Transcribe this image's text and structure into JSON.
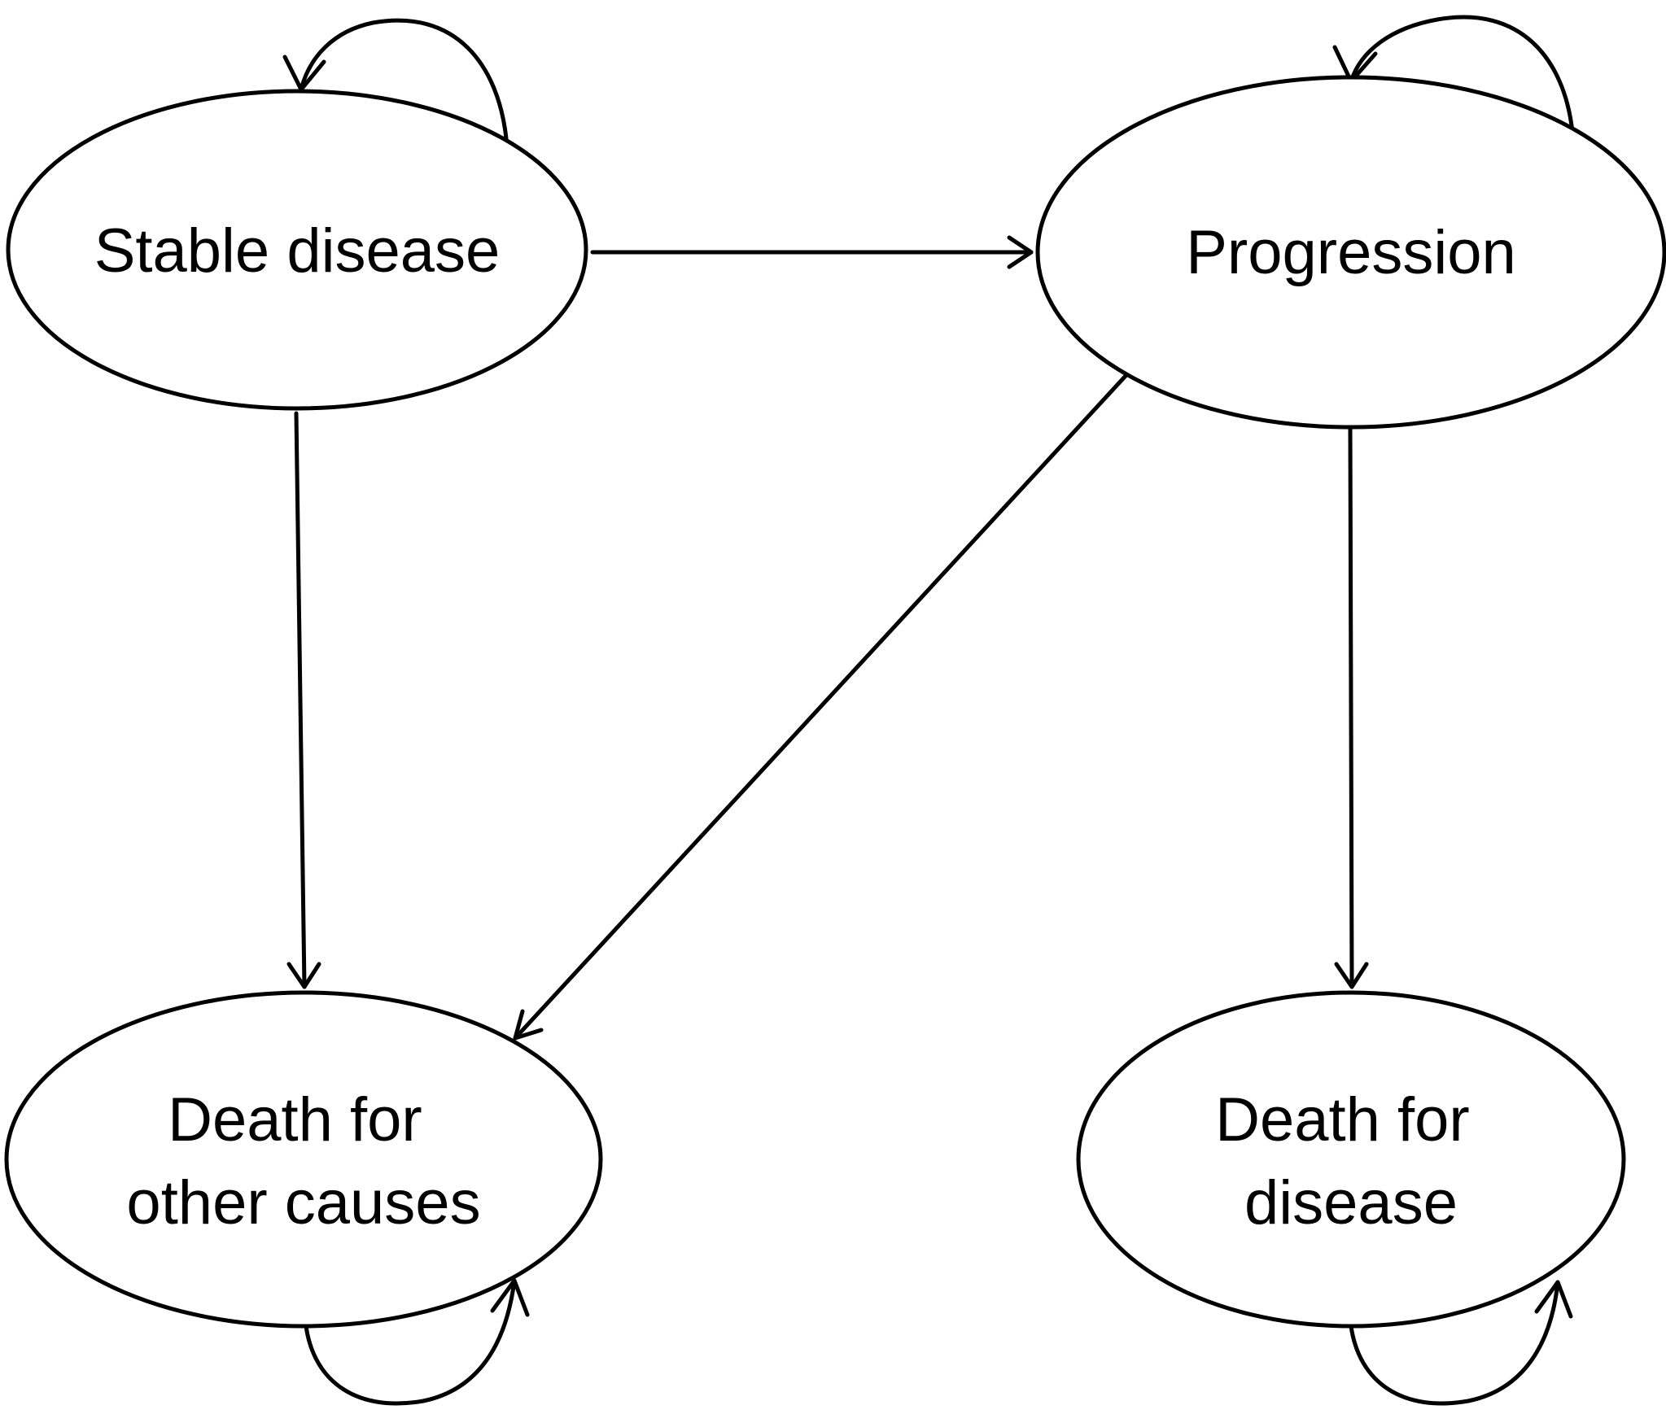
{
  "diagram": {
    "type": "state-transition",
    "nodes": {
      "stable": {
        "lines": [
          "Stable disease"
        ]
      },
      "progression": {
        "lines": [
          "Progression"
        ]
      },
      "death_other": {
        "lines": [
          "Death for",
          "other causes"
        ]
      },
      "death_disease": {
        "lines": [
          "Death for",
          "disease"
        ]
      }
    },
    "edges": [
      {
        "from": "stable",
        "to": "stable"
      },
      {
        "from": "stable",
        "to": "progression"
      },
      {
        "from": "stable",
        "to": "death_other"
      },
      {
        "from": "progression",
        "to": "progression"
      },
      {
        "from": "progression",
        "to": "death_other"
      },
      {
        "from": "progression",
        "to": "death_disease"
      },
      {
        "from": "death_other",
        "to": "death_other"
      },
      {
        "from": "death_disease",
        "to": "death_disease"
      }
    ]
  }
}
